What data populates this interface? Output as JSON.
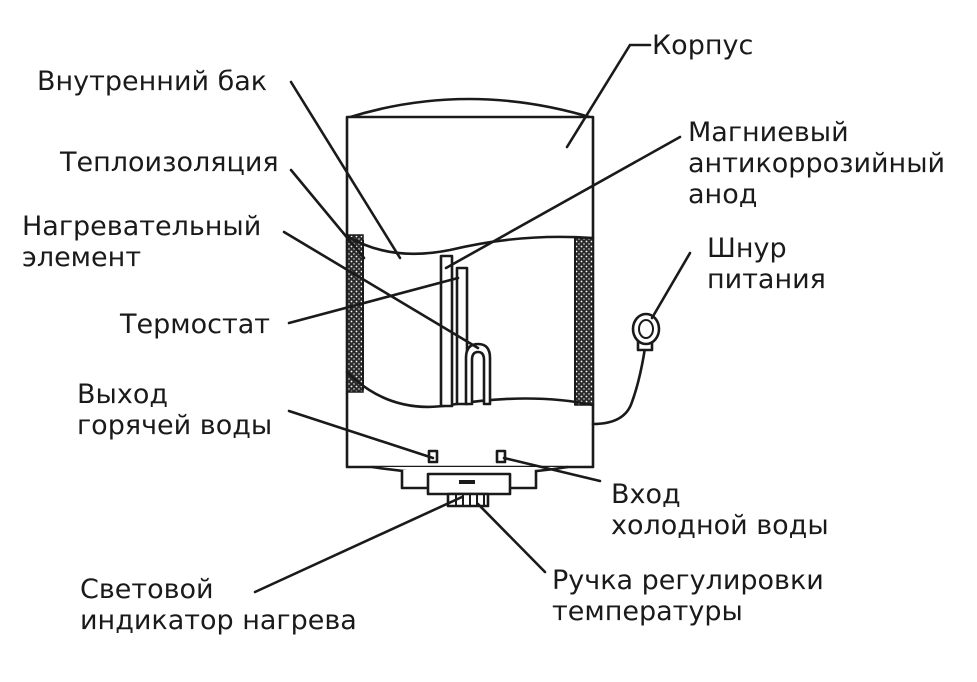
{
  "labels": {
    "korpus": "Корпус",
    "vnutr_bak": "Внутренний бак",
    "teploizolyaciya": "Теплоизоляция",
    "nagrev_element": [
      "Нагревательный",
      "элемент"
    ],
    "termostat": "Термостат",
    "anod": [
      "Магниевый",
      "антикоррозийный",
      "анод"
    ],
    "shnur": [
      "Шнур",
      "питания"
    ],
    "vyhod": [
      "Выход",
      "горячей воды"
    ],
    "vhod": [
      "Вход",
      "холодной воды"
    ],
    "indikator": [
      "Световой",
      "индикатор нагрева"
    ],
    "ruchka": [
      "Ручка регулировки",
      "температуры"
    ]
  }
}
